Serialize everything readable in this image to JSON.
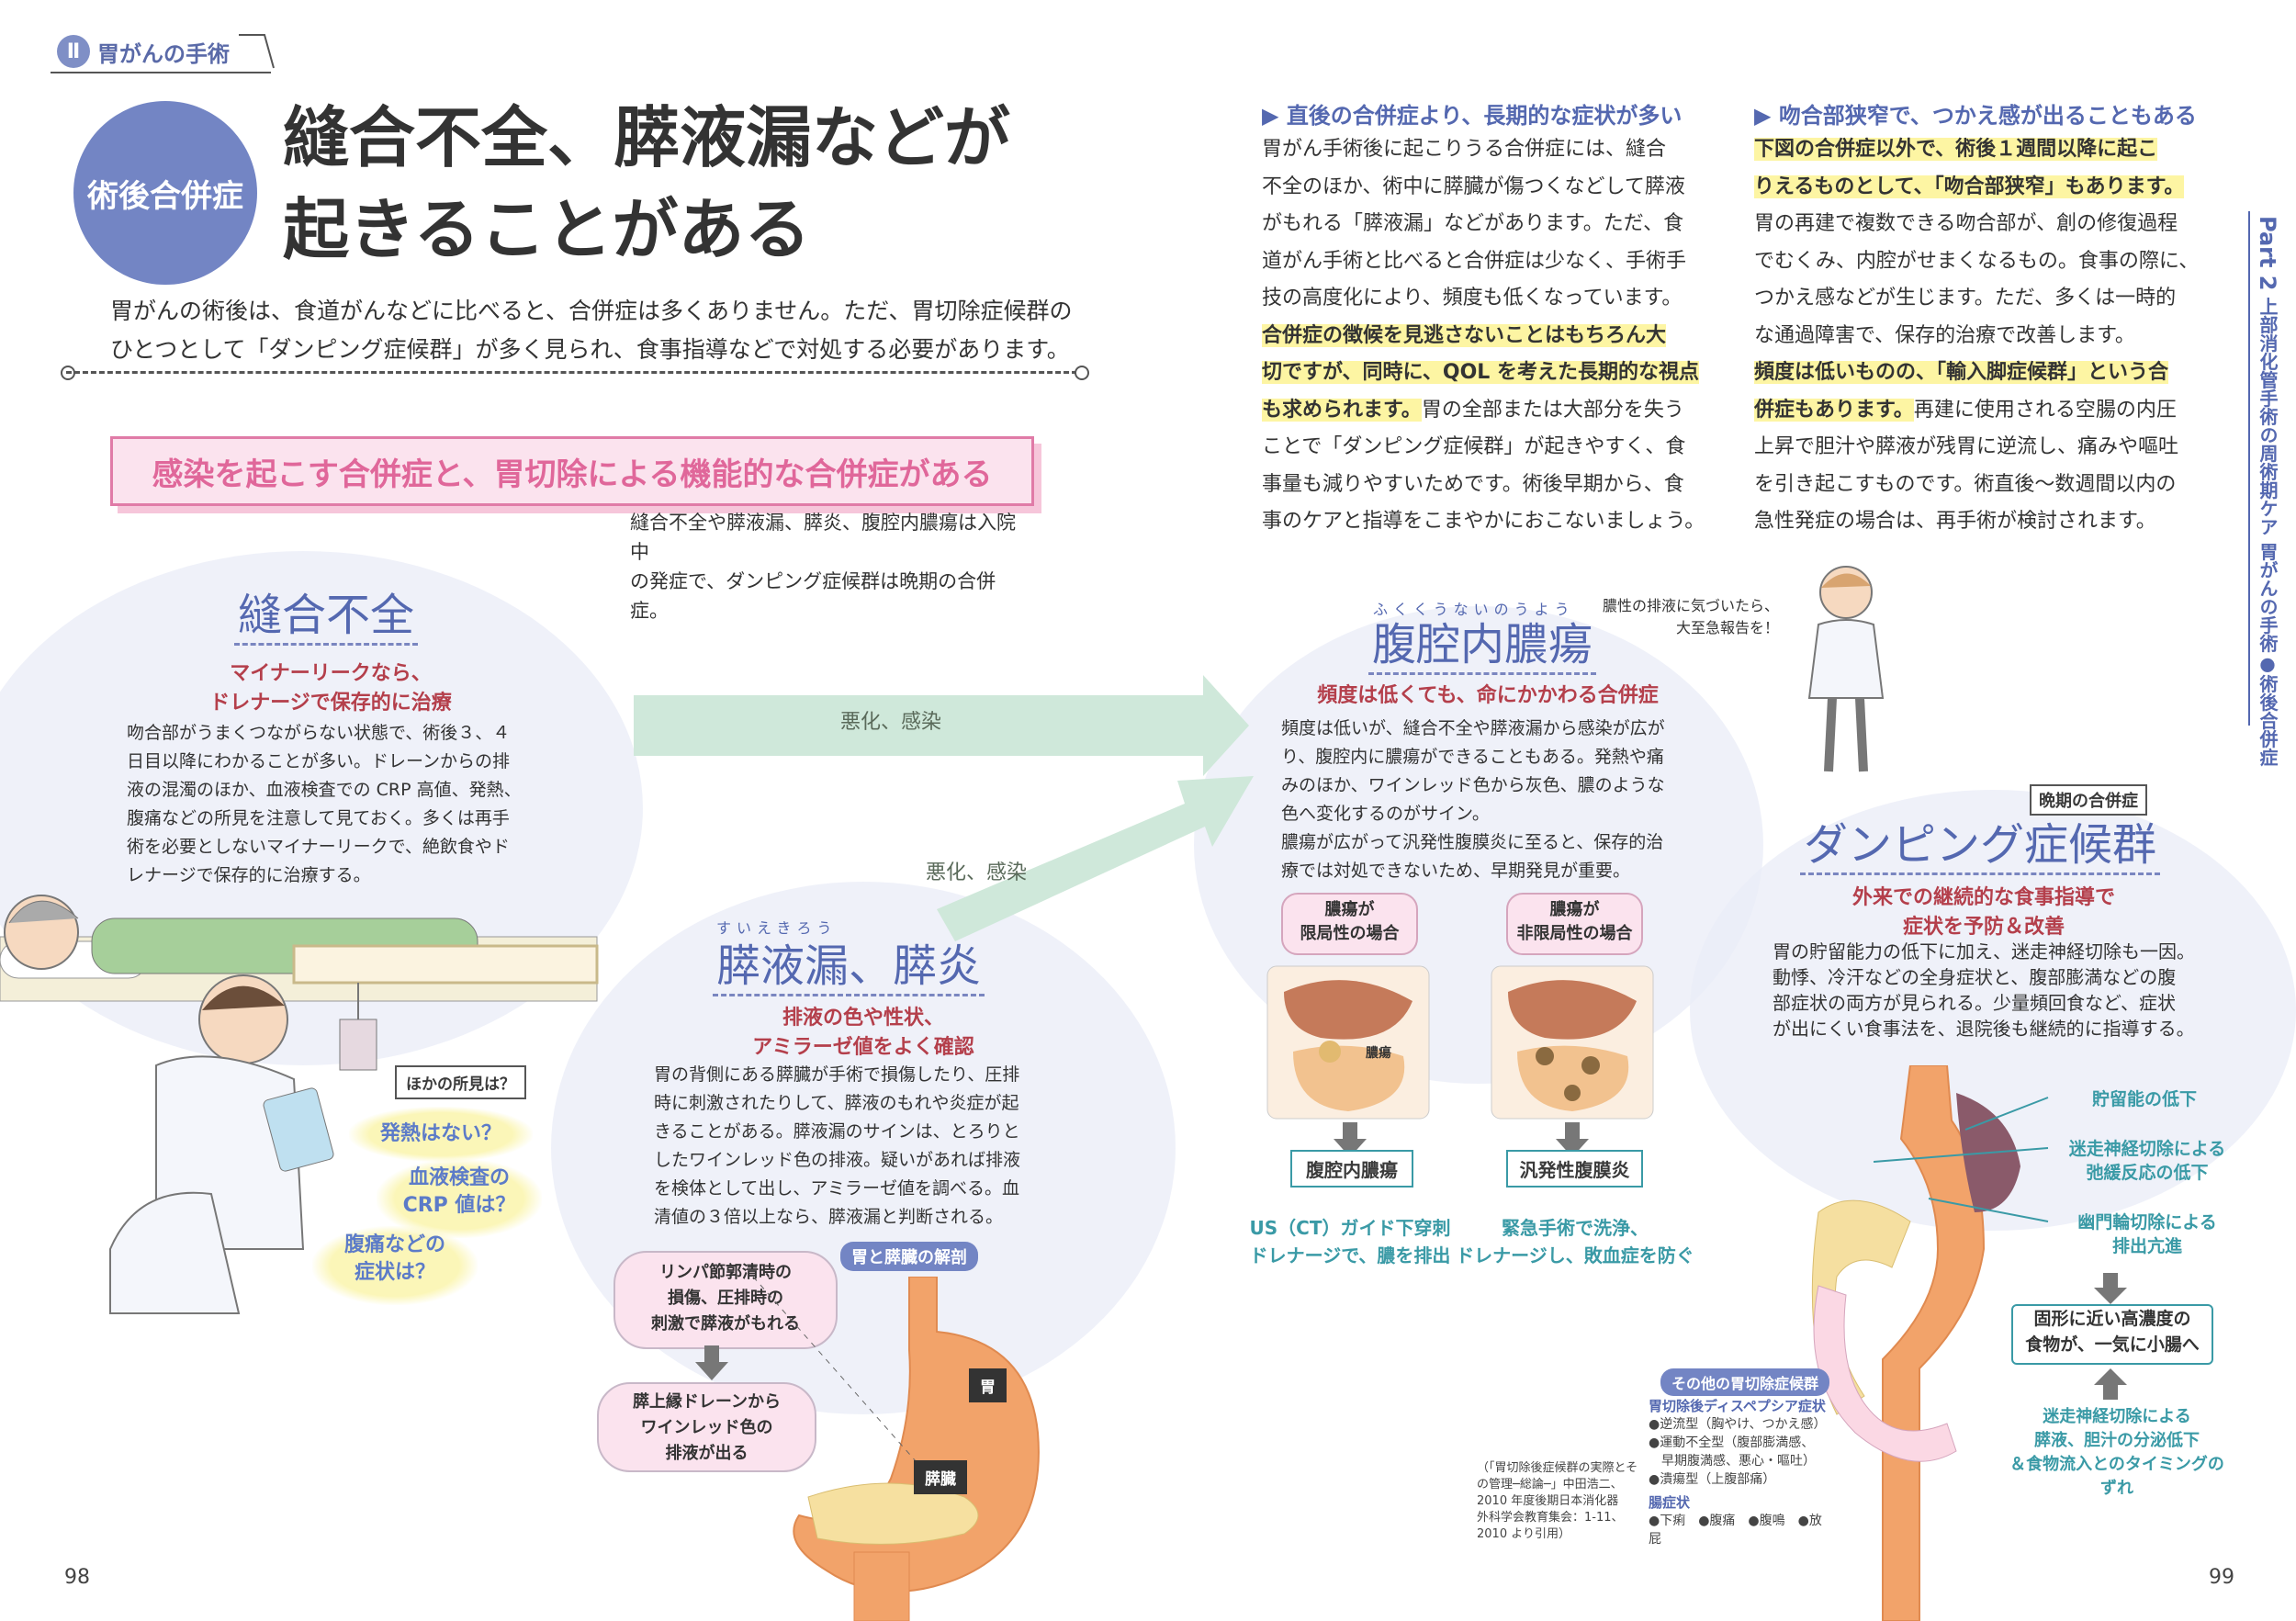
{
  "section": {
    "number": "Ⅱ",
    "title": "胃がんの手術"
  },
  "circle_label": "術後合併症",
  "title": {
    "line1": "縫合不全、膵液漏などが",
    "line2": "起きることがある"
  },
  "lead": {
    "line1": "胃がんの術後は、食道がんなどに比べると、合併症は多くありません。ただ、胃切除症候群の",
    "line2": "ひとつとして「ダンピング症候群」が多く見られ、食事指導などで対処する必要があります。"
  },
  "banner": "感染を起こす合併症と、胃切除による機能的な合併症がある",
  "banner_note": {
    "line1": "縫合不全や膵液漏、膵炎、腹腔内膿瘍は入院中",
    "line2": "の発症で、ダンピング症候群は晩期の合併症。"
  },
  "col1": {
    "heading": "直後の合併症より、長期的な症状が多い",
    "lines": [
      "胃がん手術後に起こりうる合併症には、縫合",
      "不全のほか、術中に膵臓が傷つくなどして膵液",
      "がもれる「膵液漏」などがあります。ただ、食",
      "道がん手術と比べると合併症は少なく、手術手",
      "技の高度化により、頻度も低くなっています。"
    ],
    "hl_lines": [
      "合併症の徴候を見逃さないことはもちろん大",
      "切ですが、同時に、QOL を考えた長期的な視点",
      "も求められます。"
    ],
    "tail": "胃の全部または大部分を失う",
    "lines2": [
      "ことで「ダンピング症候群」が起きやすく、食",
      "事量も減りやすいためです。術後早期から、食",
      "事のケアと指導をこまやかにおこないましょう。"
    ]
  },
  "col2": {
    "heading": "吻合部狭窄で、つかえ感が出ることもある",
    "hl_lines": [
      "下図の合併症以外で、術後１週間以降に起こ",
      "りえるものとして、「吻合部狭窄」もあります。"
    ],
    "lines": [
      "胃の再建で複数できる吻合部が、創の修復過程",
      "でむくみ、内腔がせまくなるもの。食事の際に、",
      "つかえ感などが生じます。ただ、多くは一時的",
      "な通過障害で、保存的治療で改善します。"
    ],
    "hl2": [
      "頻度は低いものの、「輸入脚症候群」という合",
      "併症もあります。"
    ],
    "tail": "再建に使用される空腸の内圧",
    "lines2": [
      "上昇で胆汁や膵液が残胃に逆流し、痛みや嘔吐",
      "を引き起こすものです。術直後～数週間以内の",
      "急性発症の場合は、再手術が検討されます。"
    ]
  },
  "side": {
    "part": "Part 2",
    "text": "上部消化管手術の周術期ケア",
    "text2": "胃がんの手術●術後合併症"
  },
  "suture": {
    "title": "縫合不全",
    "sub": [
      "マイナーリークなら、",
      "ドレナージで保存的に治療"
    ],
    "body": [
      "吻合部がうまくつながらない状態で、術後３、４",
      "日目以降にわかることが多い。ドレーンからの排",
      "液の混濁のほか、血液検査での CRP 高値、発熱、",
      "腹痛などの所見を注意して見ておく。多くは再手",
      "術を必要としないマイナーリークで、絶飲食やド",
      "レナージで保存的に治療する。"
    ]
  },
  "arrow1": "悪化、感染",
  "arrow2": "悪化、感染",
  "other_findings": {
    "label": "ほかの所見は？",
    "q1": "発熱はない？",
    "q2": [
      "血液検査の",
      "CRP 値は？"
    ],
    "q3": [
      "腹痛などの",
      "症状は？"
    ]
  },
  "pancreas": {
    "ruby": "すいえきろう",
    "title": "膵液漏、膵炎",
    "sub": [
      "排液の色や性状、",
      "アミラーゼ値をよく確認"
    ],
    "body": [
      "胃の背側にある膵臓が手術で損傷したり、圧排",
      "時に刺激されたりして、膵液のもれや炎症が起",
      "きることがある。膵液漏のサインは、とろりと",
      "したワインレッド色の排液。疑いがあれば排液",
      "を検体として出し、アミラーゼ値を調べる。血",
      "清値の３倍以上なら、膵液漏と判断される。"
    ],
    "box1": [
      "リンパ節郭清時の",
      "損傷、圧排時の",
      "刺激で膵液がもれる"
    ],
    "box2": [
      "膵上縁ドレーンから",
      "ワインレッド色の",
      "排液が出る"
    ],
    "anatomy_label": "胃と膵臓の解剖",
    "stomach": "胃",
    "pancreas_label": "膵臓"
  },
  "abscess": {
    "ruby": "ふくくうないのうよう",
    "title": "腹腔内膿瘍",
    "sub": "頻度は低くても、命にかかわる合併症",
    "body": [
      "頻度は低いが、縫合不全や膵液漏から感染が広が",
      "り、腹腔内に膿瘍ができることもある。発熱や痛",
      "みのほか、ワインレッド色から灰色、膿のような",
      "色へ変化するのがサイン。",
      "膿瘍が広がって汎発性腹膜炎に至ると、保存的治",
      "療では対処できないため、早期発見が重要。"
    ],
    "case1": [
      "膿瘍が",
      "限局性の場合"
    ],
    "case2": [
      "膿瘍が",
      "非限局性の場合"
    ],
    "abscess_label": "膿瘍",
    "result1": "腹腔内膿瘍",
    "result2": "汎発性腹膜炎",
    "treat1": [
      "US（CT）ガイド下穿刺",
      "ドレナージで、膿を排出"
    ],
    "treat2": [
      "緊急手術で洗浄、",
      "ドレナージし、敗血症を防ぐ"
    ]
  },
  "nurse_note": [
    "膿性の排液に気づいたら、",
    "大至急報告を！"
  ],
  "dumping": {
    "tag": "晩期の合併症",
    "title": "ダンピング症候群",
    "sub": [
      "外来での継続的な食事指導で",
      "症状を予防＆改善"
    ],
    "body": [
      "胃の貯留能力の低下に加え、迷走神経切除も一因。",
      "動悸、冷汗などの全身症状と、腹部膨満などの腹",
      "部症状の両方が見られる。少量頻回食など、症状",
      "が出にくい食事法を、退院後も継続的に指導する。"
    ],
    "a1": "貯留能の低下",
    "a2": [
      "迷走神経切除による",
      "弛緩反応の低下"
    ],
    "a3": [
      "幽門輪切除による",
      "排出亢進"
    ],
    "box": [
      "固形に近い高濃度の",
      "食物が、一気に小腸へ"
    ],
    "a4": [
      "迷走神経切除による",
      "膵液、胆汁の分泌低下",
      "＆食物流入とのタイミングのずれ"
    ]
  },
  "other_syndrome": {
    "tag": "その他の胃切除症候群",
    "h1": "胃切除後ディスペプシア症状",
    "items": [
      "●逆流型（胸やけ、つかえ感）",
      "●運動不全型（腹部膨満感、",
      "　早期腹満感、悪心・嘔吐）",
      "●潰瘍型（上腹部痛）"
    ],
    "h2": "腸症状",
    "items2": "●下痢　●腹痛　●腹鳴　●放屁"
  },
  "citation": [
    "（「胃切除後症候群の実際とそ",
    "の管理─総論─」中田浩二、",
    "2010 年度後期日本消化器",
    "外科学会教育集会：1-11、",
    "2010 より引用）"
  ],
  "page_left": "98",
  "page_right": "99",
  "colors": {
    "accent": "#5468b0",
    "pink": "#e0679a",
    "teal": "#3a9aa6",
    "red": "#b43f4b"
  }
}
